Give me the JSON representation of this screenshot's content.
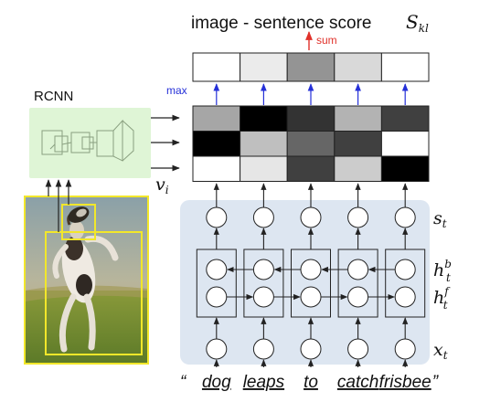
{
  "title": {
    "text": "image - sentence score",
    "symbol": "S",
    "symbol_sub": "kl"
  },
  "sum_label": "sum",
  "max_label": "max",
  "rcnn_label": "RCNN",
  "v_label": {
    "symbol": "v",
    "sub": "i"
  },
  "layer_labels": [
    {
      "symbol": "s",
      "sub": "t",
      "sup": ""
    },
    {
      "symbol": "h",
      "sub": "t",
      "sup": "b"
    },
    {
      "symbol": "h",
      "sub": "t",
      "sup": "f"
    },
    {
      "symbol": "x",
      "sub": "t",
      "sup": ""
    }
  ],
  "sentence": {
    "open_quote": "“",
    "close_quote": "”",
    "words": [
      "dog",
      "leaps",
      "to",
      "catch",
      "frisbee"
    ]
  },
  "score_row": [
    0.0,
    0.08,
    0.42,
    0.15,
    0.0
  ],
  "alignment_matrix": [
    [
      0.35,
      1.0,
      0.8,
      0.3,
      0.75
    ],
    [
      1.0,
      0.25,
      0.6,
      0.75,
      0.0
    ],
    [
      0.0,
      0.1,
      0.75,
      0.2,
      1.0
    ]
  ],
  "colors": {
    "accent_red": "#e0312a",
    "accent_blue": "#2530d8",
    "rcnn_panel": "#dff5d6",
    "rnn_panel": "#dde6f1",
    "photo_box": "#f2e72a"
  }
}
